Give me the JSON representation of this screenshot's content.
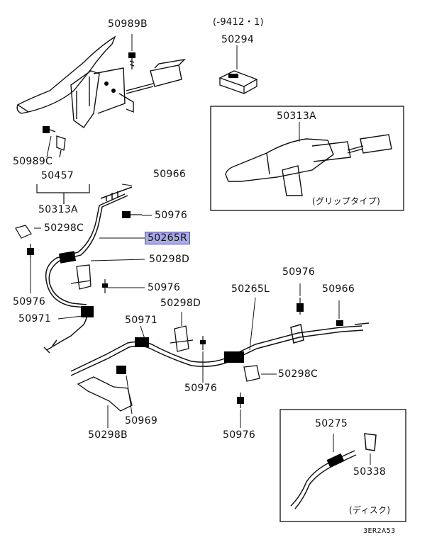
{
  "labels": {
    "p50989B": "50989B",
    "date_range": "(-9412・1)",
    "p50294": "50294",
    "p50313A_grip": "50313A",
    "p50989C": "50989C",
    "p50457": "50457",
    "p50313A": "50313A",
    "p50966_top": "50966",
    "p50976_a": "50976",
    "p50298C_top": "50298C",
    "grip_type": "(グリップタイプ)",
    "p50265R": "50265R",
    "p50298D_a": "50298D",
    "p50976_b": "50976",
    "p50976_left": "50976",
    "p50971_left": "50971",
    "p50298D_b": "50298D",
    "p50971_mid": "50971",
    "p50265L": "50265L",
    "p50976_right": "50976",
    "p50966_right": "50966",
    "p50298C_right": "50298C",
    "p50976_mid": "50976",
    "p50969": "50969",
    "p50298B": "50298B",
    "p50976_low": "50976",
    "p50275": "50275",
    "p50338": "50338",
    "disc": "(ディスク)",
    "drawing_code": "3ER2A53"
  },
  "highlight_color": "#a9abe6"
}
